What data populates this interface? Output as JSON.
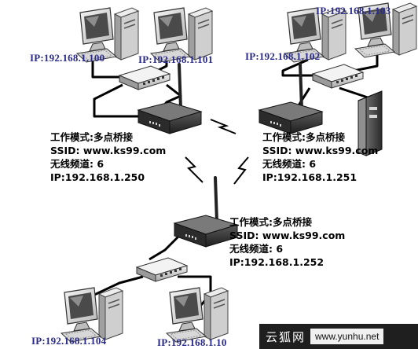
{
  "nodes": {
    "pc_top_left_1": {
      "ip": "IP:192.168.1.100"
    },
    "pc_top_left_2": {
      "ip": "IP:192.168.1.101"
    },
    "pc_top_right_1": {
      "ip": "IP:192.168.1.102"
    },
    "pc_top_right_2": {
      "ip": "IP:192.168.1.103"
    },
    "pc_bottom_1": {
      "ip": "IP:192.168.1.104"
    },
    "pc_bottom_2": {
      "ip": "IP:192.168.1.10"
    }
  },
  "aps": [
    {
      "mode": "工作模式:多点桥接",
      "ssid": "SSID: www.ks99.com",
      "channel": "无线频道: 6",
      "ip": "IP:192.168.1.250"
    },
    {
      "mode": "工作模式:多点桥接",
      "ssid": "SSID: www.ks99.com",
      "channel": "无线频道: 6",
      "ip": "IP:192.168.1.251"
    },
    {
      "mode": "工作模式:多点桥接",
      "ssid": "SSID: www.ks99.com",
      "channel": "无线频道: 6",
      "ip": "IP:192.168.1.252"
    }
  ],
  "watermark": {
    "brand": "云狐网",
    "url": "www.yunhu.net"
  }
}
